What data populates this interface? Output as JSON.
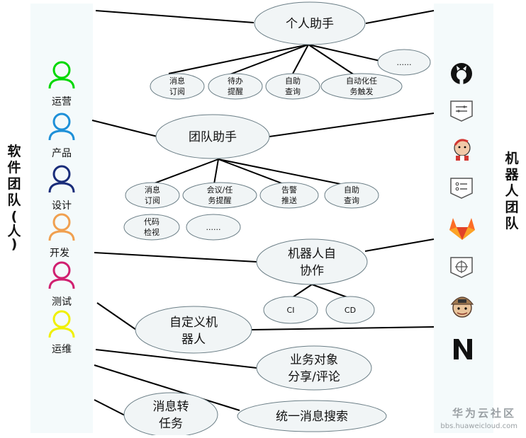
{
  "titles": {
    "left": [
      "软",
      "件",
      "团",
      "队",
      "(",
      "人",
      ")"
    ],
    "right": [
      "机",
      "器",
      "人",
      "团",
      "队"
    ]
  },
  "roles": [
    "运营",
    "产品",
    "设计",
    "开发",
    "测试",
    "运维"
  ],
  "nodes": {
    "personal_assistant": "个人助手",
    "personal_more": "......",
    "p_msg": [
      "消息",
      "订阅"
    ],
    "p_todo": [
      "待办",
      "提醒"
    ],
    "p_query": [
      "自助",
      "查询"
    ],
    "p_auto": [
      "自动化任",
      "务触发"
    ],
    "team_assistant": "团队助手",
    "t_msg": [
      "消息",
      "订阅"
    ],
    "t_meeting": [
      "会议/任",
      "务提醒"
    ],
    "t_alert": [
      "告警",
      "推送"
    ],
    "t_query": [
      "自助",
      "查询"
    ],
    "t_code": [
      "代码",
      "检视"
    ],
    "team_more": "......",
    "robot_collab": [
      "机器人自",
      "协作"
    ],
    "ci": "CI",
    "cd": "CD",
    "custom_robot": [
      "自定义机",
      "器人"
    ],
    "business_share": [
      "业务对象",
      "分享/评论"
    ],
    "unified_search": "统一消息搜索",
    "msg_to_task": [
      "消息转",
      "任务"
    ]
  },
  "icons": [
    "person-icon",
    "github-icon",
    "pipeline-tool-icon",
    "jenkins-icon",
    "document-list-icon",
    "gitlab-icon",
    "monitor-tool-icon",
    "jenkins-x-icon",
    "n-logo-icon"
  ],
  "colors": {
    "person_ops": "#00d800",
    "person_product": "#1e90d8",
    "person_design": "#1a2d7a",
    "person_dev": "#f0a050",
    "person_test": "#d02070",
    "person_sre": "#f0f000",
    "node_fill": "#f1f5f6",
    "panel_fill": "#f4fafb"
  },
  "watermark": {
    "name": "华为云社区",
    "url": "bbs.huaweicloud.com"
  }
}
